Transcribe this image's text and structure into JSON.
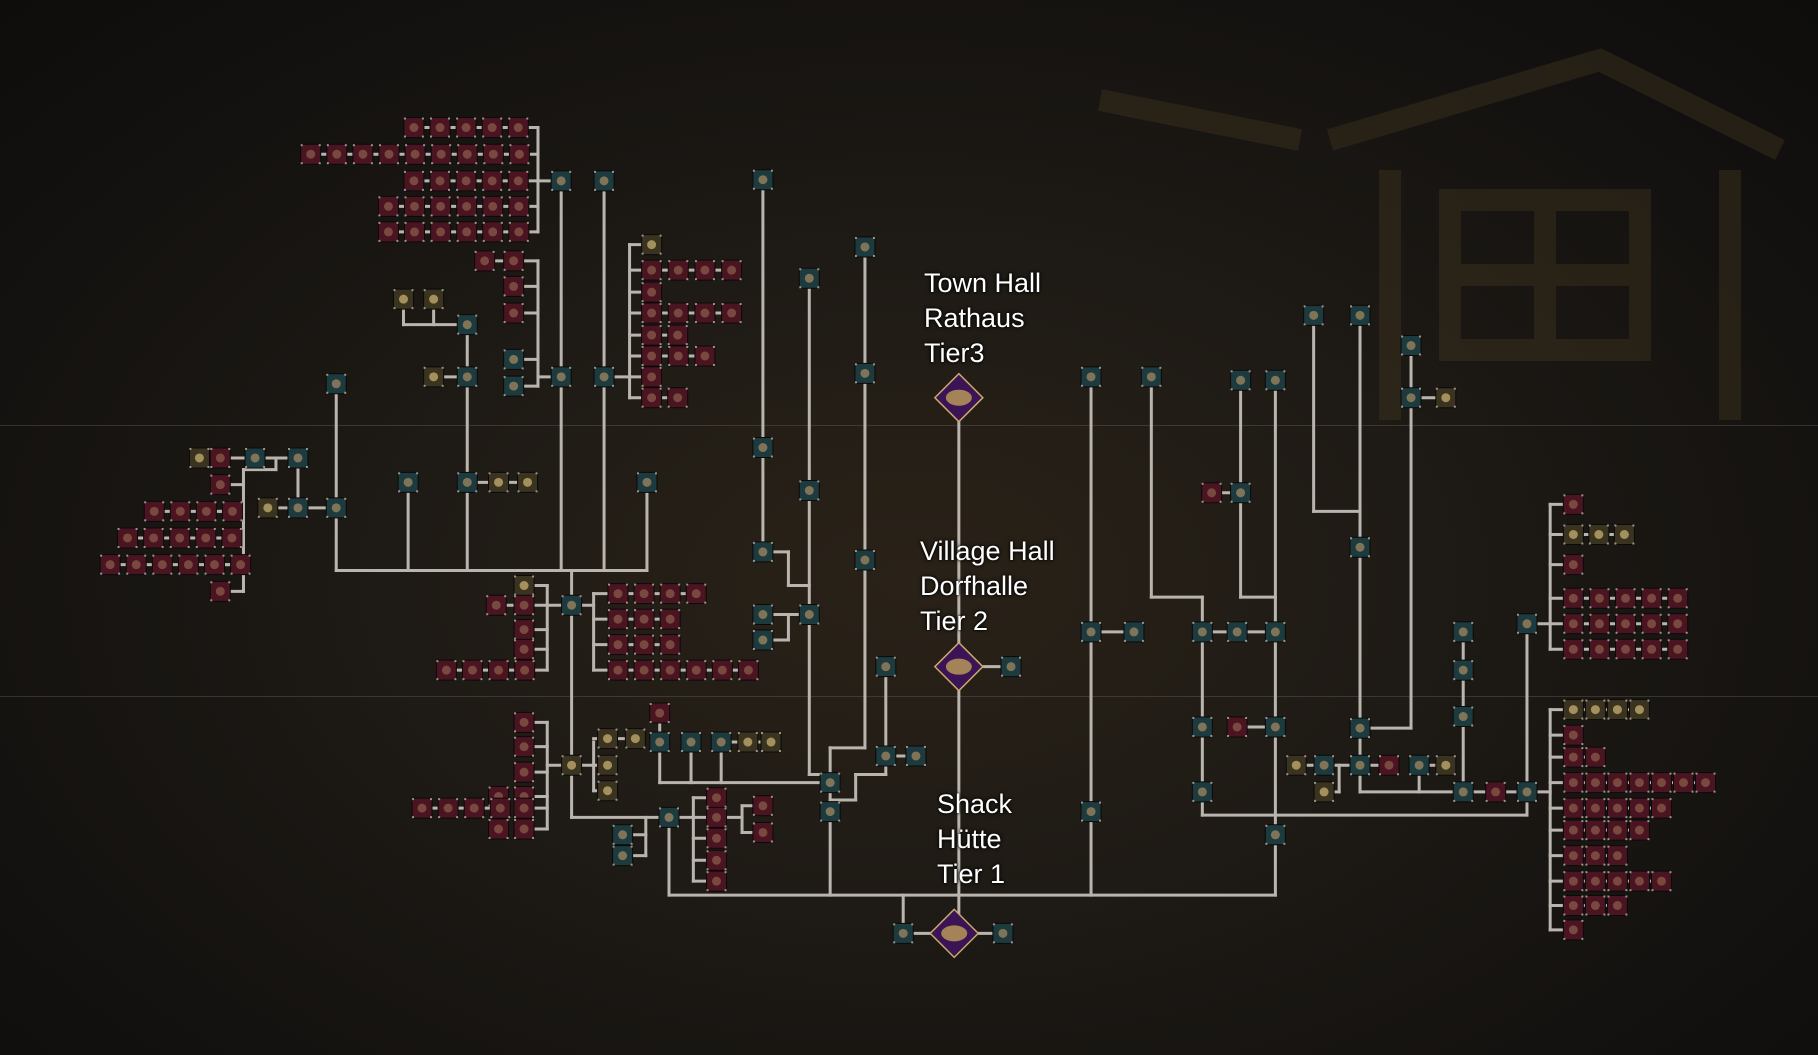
{
  "screen": "building-tech-tree",
  "tiers": [
    {
      "id": "tier3",
      "name_en": "Town Hall",
      "name_de": "Rathaus",
      "tier": "Tier3"
    },
    {
      "id": "tier2",
      "name_en": "Village Hall",
      "name_de": "Dorfhalle",
      "tier": "Tier 2"
    },
    {
      "id": "tier1",
      "name_en": "Shack",
      "name_de": "Hütte",
      "tier": "Tier 1"
    }
  ],
  "colors": {
    "connector": "#b9b4ae",
    "building_node": "#1d3a3e",
    "item_node": "#4a1420",
    "resource_node": "#3a3320",
    "hall_node": "#3b1456",
    "hall_border": "#c9a86a",
    "label": "#ffffff"
  },
  "node_types": {
    "b": "building",
    "i": "item",
    "r": "resource",
    "h": "hall"
  }
}
